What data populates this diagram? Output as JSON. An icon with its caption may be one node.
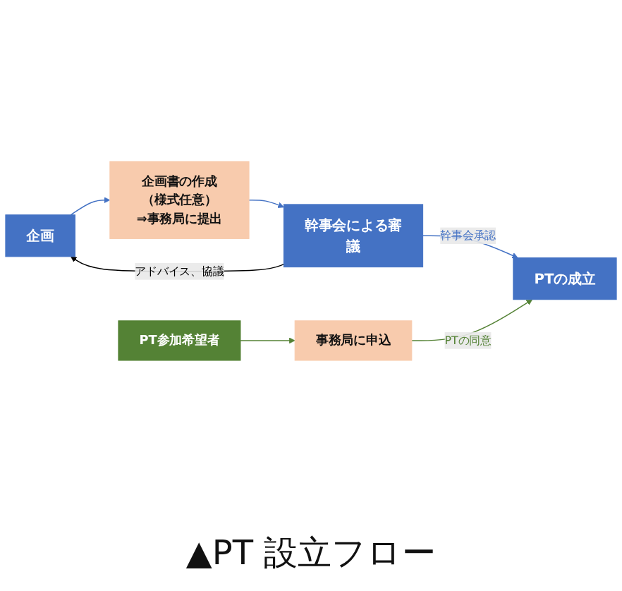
{
  "diagram": {
    "caption": "▲PT 設立フロー",
    "nodes": [
      {
        "text": [
          "企画"
        ]
      },
      {
        "text": [
          "企画書の作成（様式任意）",
          "⇒事務局に提出"
        ]
      },
      {
        "text": [
          "幹事会による審議"
        ]
      },
      {
        "text": [
          "PTの成立"
        ]
      },
      {
        "text": [
          "事務局に申込"
        ]
      },
      {
        "text": [
          "PT参加希望者"
        ]
      }
    ],
    "edges": [
      {
        "from": 0,
        "to": 1,
        "arrow": "to"
      },
      {
        "from": 1,
        "to": 2,
        "arrow": "to"
      },
      {
        "from": 2,
        "to": 3,
        "arrow": "to",
        "label": "幹事会承認"
      },
      {
        "from": 2,
        "to": 0,
        "arrow": "to",
        "label": "アドバイス、協議",
        "color": "#000000"
      },
      {
        "from": 5,
        "to": 4,
        "arrow": "to",
        "color": "#548235"
      },
      {
        "from": 4,
        "to": 3,
        "arrow": "to",
        "label": "PTの同意",
        "color": "#548235"
      }
    ]
  }
}
